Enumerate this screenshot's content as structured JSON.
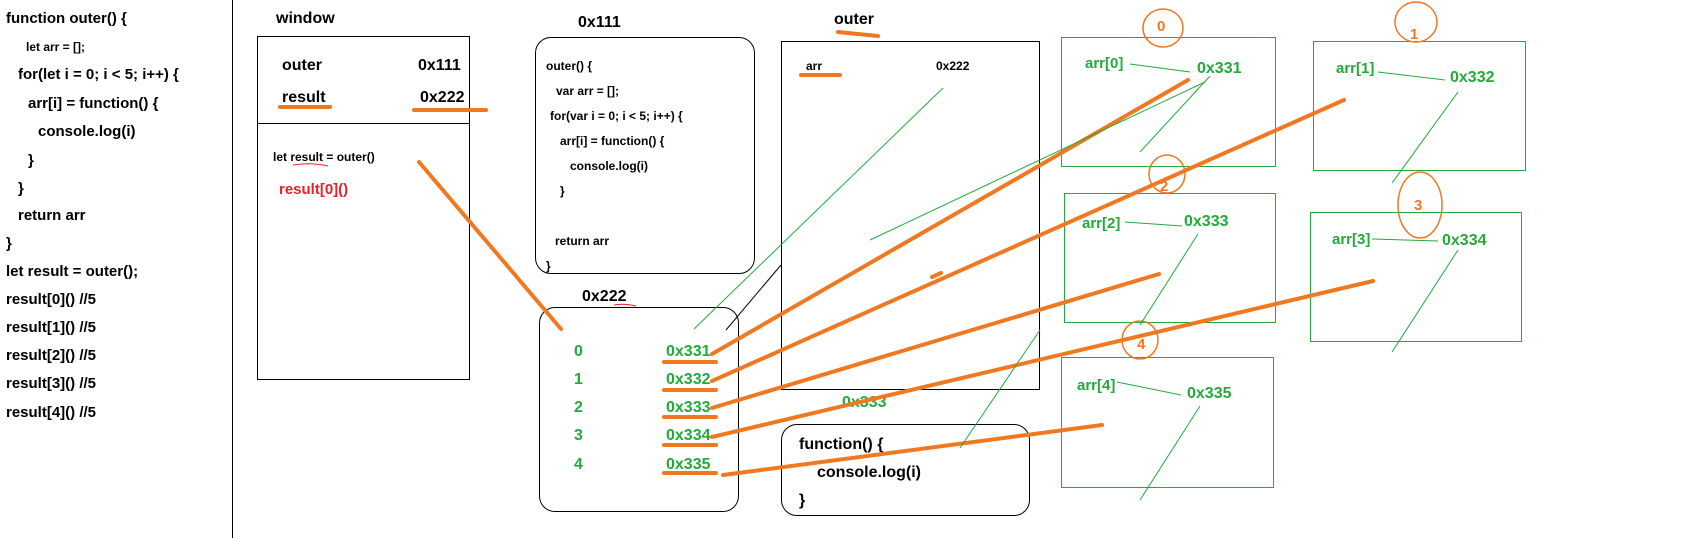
{
  "source_code": {
    "lines": [
      "function outer() {",
      "let arr  = [];",
      "for(let  i = 0; i < 5; i++) {",
      "arr[i] = function() {",
      "console.log(i)",
      "}",
      "}",
      "return arr",
      "}",
      "let result = outer();",
      "result[0]()   //5",
      "result[1]()   //5",
      "result[2]()   //5",
      "result[3]()   //5",
      "result[4]()   //5"
    ]
  },
  "window_scope": {
    "title": "window",
    "rows": [
      {
        "name": "outer",
        "value": "0x111"
      },
      {
        "name": "result",
        "value": "0x222"
      }
    ],
    "exec_line": "let result =  outer()",
    "call_line": "result[0]()"
  },
  "func_0x111": {
    "title": "0x111",
    "lines": [
      "outer() {",
      "var arr = [];",
      "for(var i = 0; i < 5; i++) {",
      "arr[i] = function() {",
      "console.log(i)",
      "}",
      "return arr",
      "}"
    ]
  },
  "array_0x222": {
    "title": "0x222",
    "rows": [
      {
        "index": "0",
        "ref": "0x331"
      },
      {
        "index": "1",
        "ref": "0x332"
      },
      {
        "index": "2",
        "ref": "0x333"
      },
      {
        "index": "3",
        "ref": "0x334"
      },
      {
        "index": "4",
        "ref": "0x335"
      }
    ]
  },
  "outer_scope": {
    "title": "outer",
    "var_name": "arr",
    "var_value": "0x222",
    "below_label": "0x333"
  },
  "function_box": {
    "lines": [
      "function() {",
      "console.log(i)",
      "}"
    ]
  },
  "closures": [
    {
      "marker": "0",
      "label": "arr[0]",
      "ref": "0x331"
    },
    {
      "marker": "1",
      "label": "arr[1]",
      "ref": "0x332"
    },
    {
      "marker": "2",
      "label": "arr[2]",
      "ref": "0x333"
    },
    {
      "marker": "3",
      "label": "arr[3]",
      "ref": "0x334"
    },
    {
      "marker": "4",
      "label": "arr[4]",
      "ref": "0x335"
    }
  ],
  "colors": {
    "annotation": "#f07820",
    "closure": "#22aa3a",
    "highlight": "#e8202a"
  }
}
